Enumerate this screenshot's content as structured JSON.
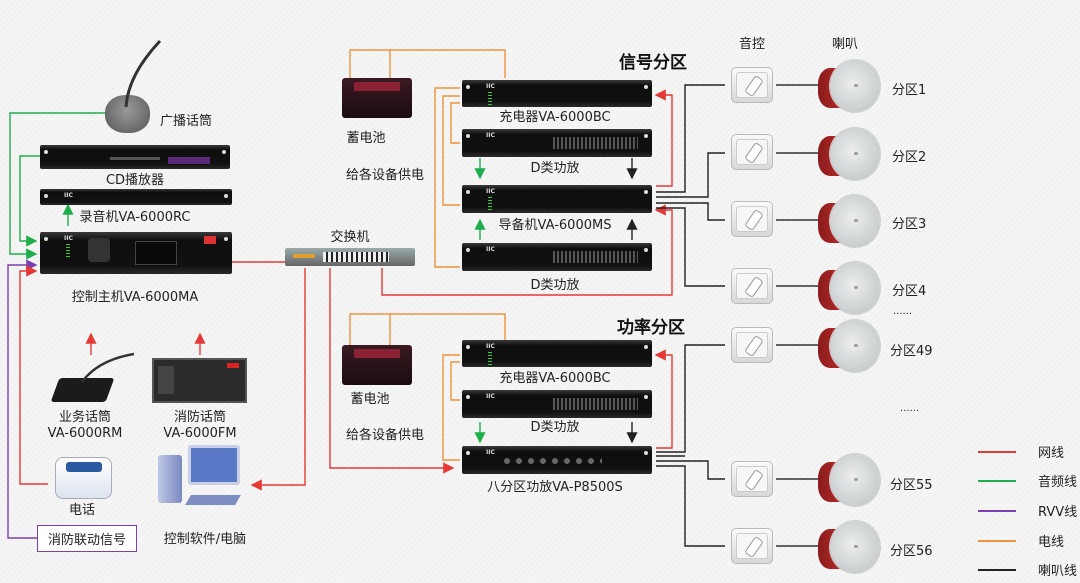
{
  "left": {
    "broadcast_mic": "广播话筒",
    "cd_player": "CD播放器",
    "recorder": "录音机VA-6000RC",
    "main_controller": "控制主机VA-6000MA",
    "business_mic": [
      "业务话筒",
      "VA-6000RM"
    ],
    "fire_mic": [
      "消防话筒",
      "VA-6000FM"
    ],
    "phone": "电话",
    "fire_signal": "消防联动信号",
    "computer": "控制软件/电脑",
    "switch": "交换机"
  },
  "signal_zone": {
    "title": "信号分区",
    "battery": "蓄电池",
    "power_note": "给各设备供电",
    "charger": "充电器VA-6000BC",
    "amp_top": "D类功放",
    "router": "导备机VA-6000MS",
    "amp_bottom": "D类功放",
    "header_volume": "音控",
    "header_speaker": "喇叭",
    "zones": [
      "分区1",
      "分区2",
      "分区3",
      "分区4"
    ],
    "ellipsis": "......"
  },
  "power_zone": {
    "title": "功率分区",
    "battery": "蓄电池",
    "power_note": "给各设备供电",
    "charger": "充电器VA-6000BC",
    "amp": "D类功放",
    "zone_amp": "八分区功放VA-P8500S",
    "zones": [
      "分区49",
      "分区55",
      "分区56"
    ],
    "ellipsis": "......"
  },
  "legend": [
    {
      "label": "网线",
      "color": "#e53935"
    },
    {
      "label": "音频线",
      "color": "#1fae4b"
    },
    {
      "label": "RVV线",
      "color": "#7b3fb0"
    },
    {
      "label": "电线",
      "color": "#f0923a"
    },
    {
      "label": "喇叭线",
      "color": "#222222"
    }
  ],
  "colors": {
    "network": "#e53935",
    "audio": "#1fae4b",
    "rvv": "#7b3fb0",
    "power": "#f0923a",
    "speaker": "#222222"
  }
}
